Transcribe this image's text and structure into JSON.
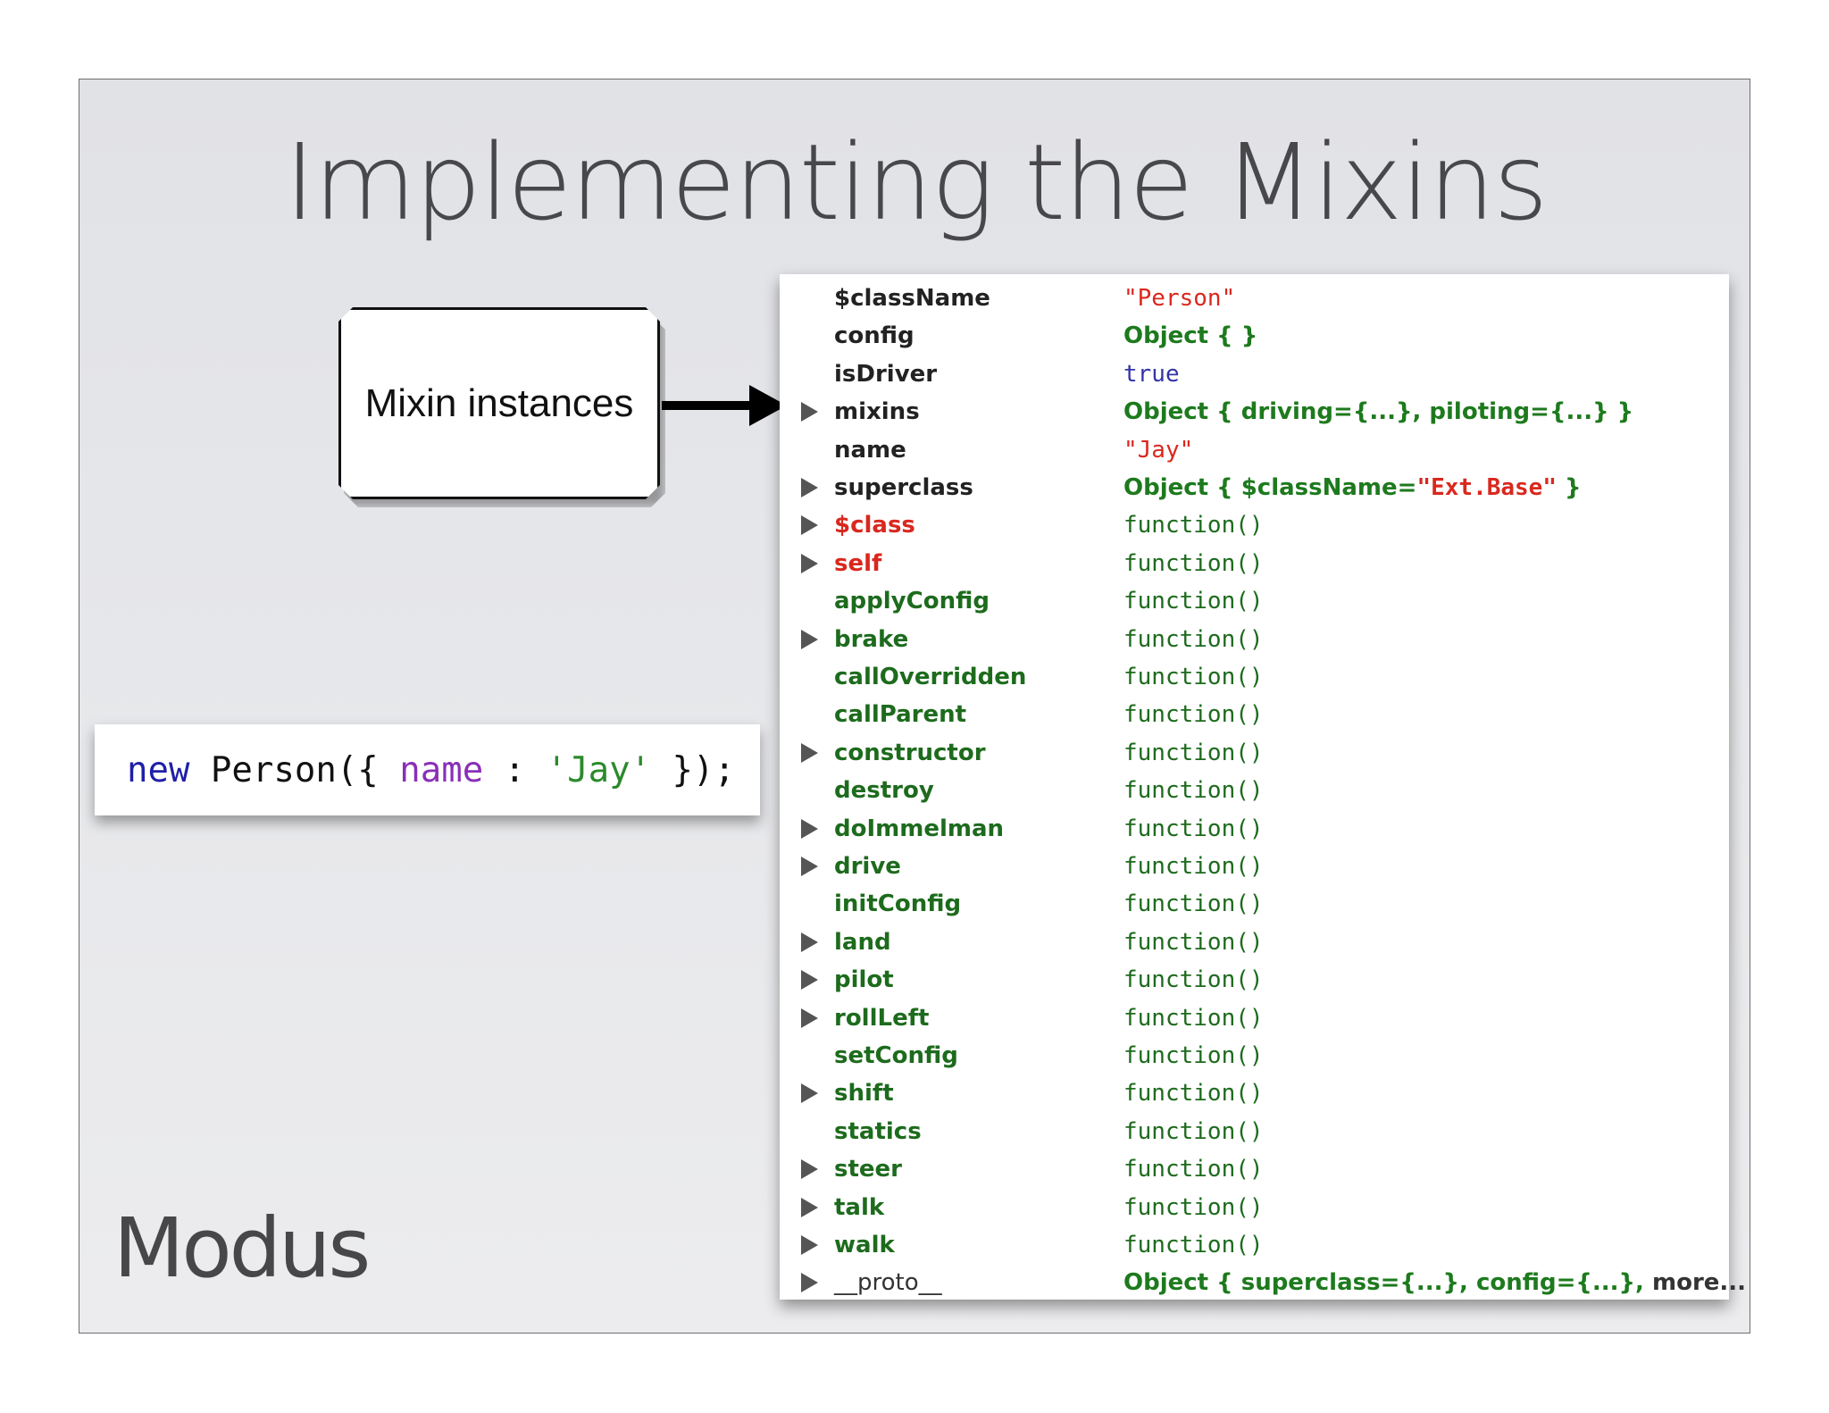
{
  "slide": {
    "title": "Implementing the Mixins",
    "callout_label": "Mixin instances",
    "logo_text": "Modus"
  },
  "code": {
    "keyword": "new",
    "constructor_open": " Person({ ",
    "prop": "name",
    "colon": " : ",
    "string": "'Jay'",
    "close": " });"
  },
  "inspector": {
    "rows": [
      {
        "key": "$className",
        "style": "dark",
        "expand": false,
        "val_type": "str",
        "value": "\"Person\""
      },
      {
        "key": "config",
        "style": "dark",
        "expand": false,
        "val_type": "obj",
        "value": "Object {  }"
      },
      {
        "key": "isDriver",
        "style": "dark",
        "expand": false,
        "val_type": "bool",
        "value": "true"
      },
      {
        "key": "mixins",
        "style": "dark",
        "expand": true,
        "val_type": "obj",
        "value": "Object {  driving={...},   piloting={...} }"
      },
      {
        "key": "name",
        "style": "dark",
        "expand": false,
        "val_type": "str",
        "value": "\"Jay\""
      },
      {
        "key": "superclass",
        "style": "dark",
        "expand": true,
        "val_type": "obj2",
        "value_a": "Object {  $className=",
        "value_b": "\"Ext.Base\"",
        "value_c": " }"
      },
      {
        "key": "$class",
        "style": "red",
        "expand": true,
        "val_type": "fn",
        "value": "function()"
      },
      {
        "key": "self",
        "style": "red",
        "expand": true,
        "val_type": "fn",
        "value": "function()"
      },
      {
        "key": "applyConfig",
        "style": "green",
        "expand": false,
        "val_type": "fn",
        "value": "function()"
      },
      {
        "key": "brake",
        "style": "green",
        "expand": true,
        "val_type": "fn",
        "value": "function()"
      },
      {
        "key": "callOverridden",
        "style": "green",
        "expand": false,
        "val_type": "fn",
        "value": "function()"
      },
      {
        "key": "callParent",
        "style": "green",
        "expand": false,
        "val_type": "fn",
        "value": "function()"
      },
      {
        "key": "constructor",
        "style": "green",
        "expand": true,
        "val_type": "fn",
        "value": "function()"
      },
      {
        "key": "destroy",
        "style": "green",
        "expand": false,
        "val_type": "fn",
        "value": "function()"
      },
      {
        "key": "doImmelman",
        "style": "green",
        "expand": true,
        "val_type": "fn",
        "value": "function()"
      },
      {
        "key": "drive",
        "style": "green",
        "expand": true,
        "val_type": "fn",
        "value": "function()"
      },
      {
        "key": "initConfig",
        "style": "green",
        "expand": false,
        "val_type": "fn",
        "value": "function()"
      },
      {
        "key": "land",
        "style": "green",
        "expand": true,
        "val_type": "fn",
        "value": "function()"
      },
      {
        "key": "pilot",
        "style": "green",
        "expand": true,
        "val_type": "fn",
        "value": "function()"
      },
      {
        "key": "rollLeft",
        "style": "green",
        "expand": true,
        "val_type": "fn",
        "value": "function()"
      },
      {
        "key": "setConfig",
        "style": "green",
        "expand": false,
        "val_type": "fn",
        "value": "function()"
      },
      {
        "key": "shift",
        "style": "green",
        "expand": true,
        "val_type": "fn",
        "value": "function()"
      },
      {
        "key": "statics",
        "style": "green",
        "expand": false,
        "val_type": "fn",
        "value": "function()"
      },
      {
        "key": "steer",
        "style": "green",
        "expand": true,
        "val_type": "fn",
        "value": "function()"
      },
      {
        "key": "talk",
        "style": "green",
        "expand": true,
        "val_type": "fn",
        "value": "function()"
      },
      {
        "key": "walk",
        "style": "green",
        "expand": true,
        "val_type": "fn",
        "value": "function()"
      },
      {
        "key": "__proto__",
        "style": "grey",
        "expand": true,
        "val_type": "proto",
        "value": "Object {  superclass={...},   config={...},   ",
        "more": "more... }"
      }
    ]
  }
}
